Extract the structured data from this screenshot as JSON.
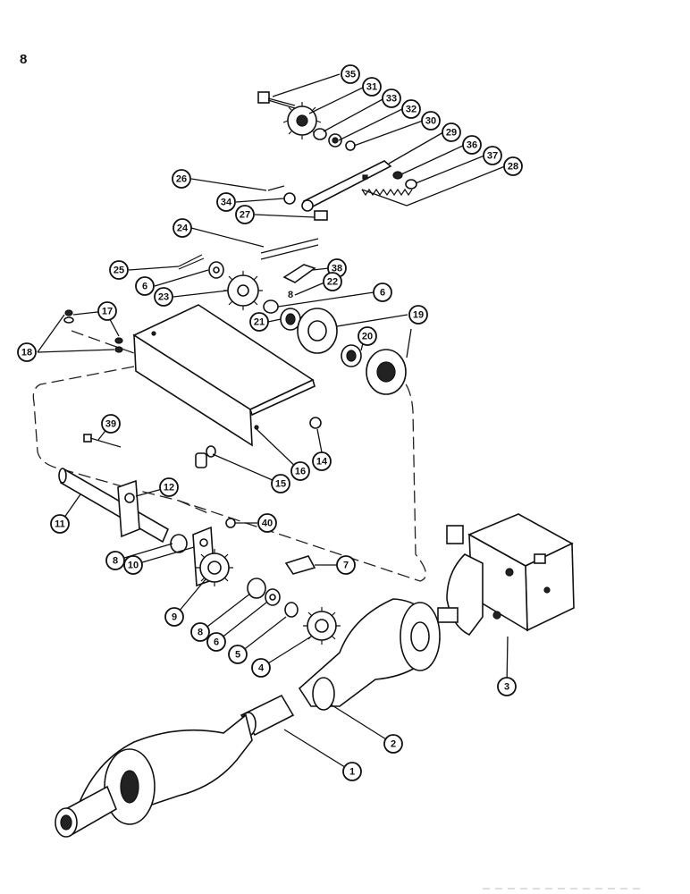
{
  "page": {
    "page_number": "8"
  },
  "callouts": [
    {
      "id": "c35",
      "label": "35"
    },
    {
      "id": "c31",
      "label": "31"
    },
    {
      "id": "c33",
      "label": "33"
    },
    {
      "id": "c32",
      "label": "32"
    },
    {
      "id": "c30",
      "label": "30"
    },
    {
      "id": "c29",
      "label": "29"
    },
    {
      "id": "c36",
      "label": "36"
    },
    {
      "id": "c37",
      "label": "37"
    },
    {
      "id": "c28",
      "label": "28"
    },
    {
      "id": "c26",
      "label": "26"
    },
    {
      "id": "c34",
      "label": "34"
    },
    {
      "id": "c27",
      "label": "27"
    },
    {
      "id": "c24",
      "label": "24"
    },
    {
      "id": "c25",
      "label": "25"
    },
    {
      "id": "c6a",
      "label": "6"
    },
    {
      "id": "c38",
      "label": "38"
    },
    {
      "id": "c23",
      "label": "23"
    },
    {
      "id": "c22",
      "label": "22"
    },
    {
      "id": "c6b",
      "label": "6"
    },
    {
      "id": "c21",
      "label": "21"
    },
    {
      "id": "c19",
      "label": "19"
    },
    {
      "id": "c17",
      "label": "17"
    },
    {
      "id": "c18",
      "label": "18"
    },
    {
      "id": "c20",
      "label": "20"
    },
    {
      "id": "c39",
      "label": "39"
    },
    {
      "id": "c14",
      "label": "14"
    },
    {
      "id": "c16",
      "label": "16"
    },
    {
      "id": "c15",
      "label": "15"
    },
    {
      "id": "c12",
      "label": "12"
    },
    {
      "id": "c11",
      "label": "11"
    },
    {
      "id": "c40",
      "label": "40"
    },
    {
      "id": "c8a",
      "label": "8"
    },
    {
      "id": "c10",
      "label": "10"
    },
    {
      "id": "c7",
      "label": "7"
    },
    {
      "id": "c9",
      "label": "9"
    },
    {
      "id": "c8b",
      "label": "8"
    },
    {
      "id": "c6c",
      "label": "6"
    },
    {
      "id": "c5",
      "label": "5"
    },
    {
      "id": "c4",
      "label": "4"
    },
    {
      "id": "c3",
      "label": "3"
    },
    {
      "id": "c2",
      "label": "2"
    },
    {
      "id": "c1",
      "label": "1"
    }
  ],
  "inline_labels": [
    {
      "id": "lbl-8-washer",
      "label": "8"
    }
  ]
}
